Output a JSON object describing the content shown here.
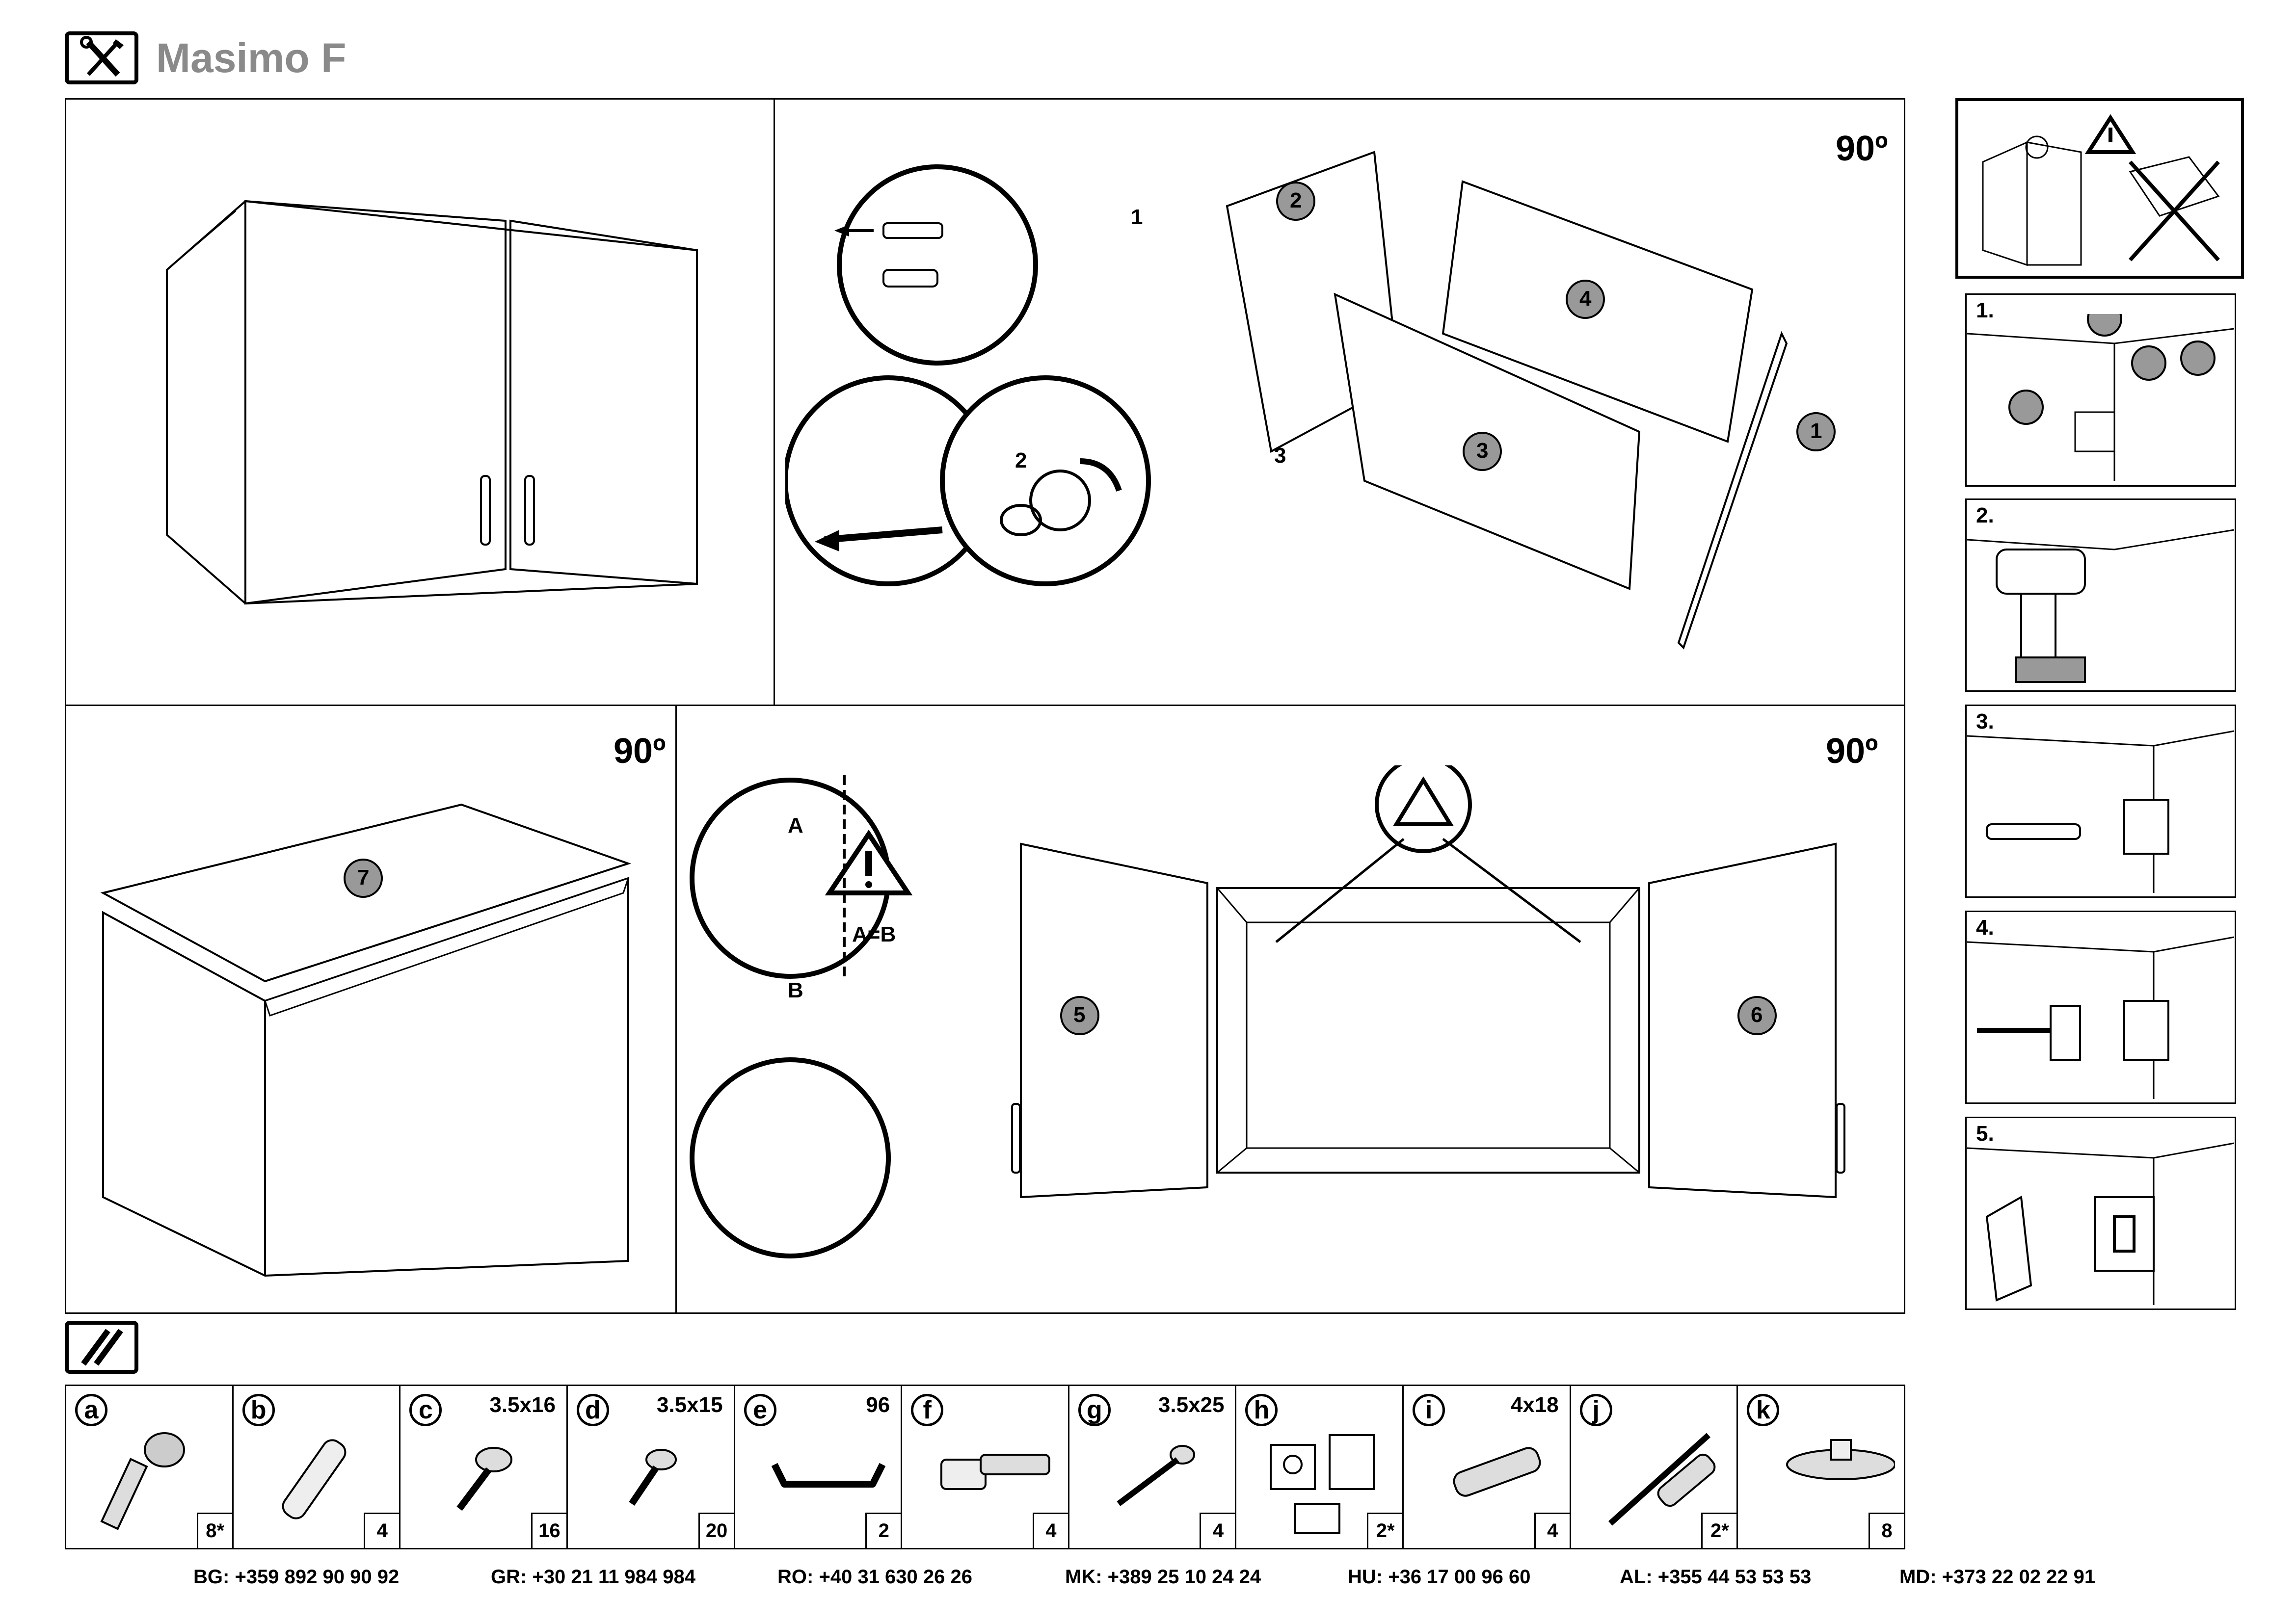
{
  "header": {
    "title": "Masimo F",
    "icon": "tools-icon"
  },
  "steps": {
    "angle_label": "90º",
    "step2_callouts": [
      "1",
      "2",
      "3"
    ],
    "part_labels": {
      "a": "a",
      "b": "b",
      "c": "c",
      "d": "d",
      "e": "e",
      "f": "f",
      "h": "h",
      "i": "i",
      "j": "j"
    },
    "panel_numbers": [
      "1",
      "2",
      "3",
      "4",
      "5",
      "6",
      "7"
    ],
    "hinge_detail": {
      "a_label": "A",
      "b_label": "B",
      "equation": "A=B"
    }
  },
  "wall_mount": {
    "steps": [
      "1.",
      "2.",
      "3.",
      "4.",
      "5."
    ]
  },
  "parts": [
    {
      "letter": "a",
      "size": "",
      "qty": "8*",
      "icon": "cam-bolt-icon"
    },
    {
      "letter": "b",
      "size": "",
      "qty": "4",
      "icon": "dowel-icon"
    },
    {
      "letter": "c",
      "size": "3.5x16",
      "qty": "16",
      "icon": "screw-icon"
    },
    {
      "letter": "d",
      "size": "3.5x15",
      "qty": "20",
      "icon": "screw-icon"
    },
    {
      "letter": "e",
      "size": "96",
      "qty": "2",
      "icon": "handle-icon"
    },
    {
      "letter": "f",
      "size": "",
      "qty": "4",
      "icon": "hinge-icon"
    },
    {
      "letter": "g",
      "size": "3.5x25",
      "qty": "4",
      "icon": "screw-icon"
    },
    {
      "letter": "h",
      "size": "",
      "qty": "2*",
      "icon": "bracket-icon"
    },
    {
      "letter": "i",
      "size": "4x18",
      "qty": "4",
      "icon": "screw-icon"
    },
    {
      "letter": "j",
      "size": "",
      "qty": "2*",
      "icon": "anchor-icon"
    },
    {
      "letter": "k",
      "size": "",
      "qty": "8",
      "icon": "foot-pad-icon"
    }
  ],
  "phones": [
    {
      "country": "BG:",
      "number": "+359 892 90 90 92"
    },
    {
      "country": "GR:",
      "number": "+30 21 11 984 984"
    },
    {
      "country": "RO:",
      "number": "+40 31 630 26 26"
    },
    {
      "country": "MK:",
      "number": "+389 25 10 24 24"
    },
    {
      "country": "HU:",
      "number": "+36 17 00 96 60"
    },
    {
      "country": "AL:",
      "number": "+355 44 53 53 53"
    },
    {
      "country": "MD:",
      "number": "+373 22 02 22 91"
    }
  ]
}
